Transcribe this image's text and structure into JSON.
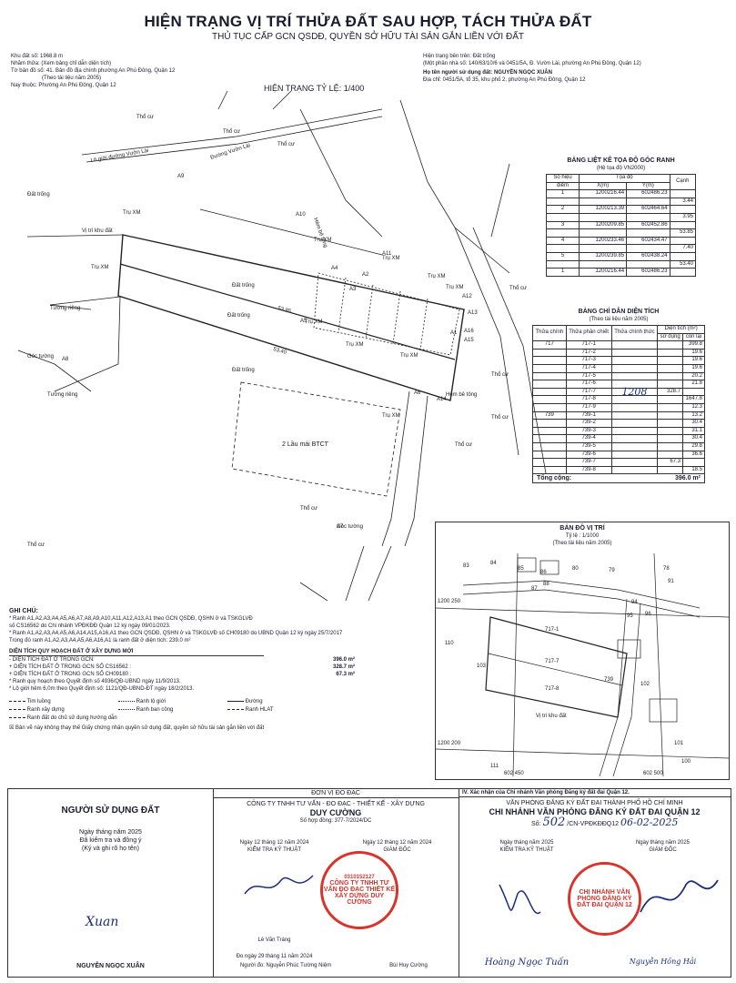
{
  "title": "HIỆN TRẠNG VỊ TRÍ THỬA ĐẤT SAU HỢP, TÁCH THỬA ĐẤT",
  "subtitle": "THỦ TỤC CẤP GCN QSDĐ, QUYỀN SỞ HỮU TÀI SẢN GẮN LIỀN VỚI ĐẤT",
  "info_left": [
    "Khu đất số: 1968.8 m",
    "Nhãm thửa: (Xem bảng chỉ dẫn diện tích)",
    "Tờ bản đồ số: 41. Bản đồ địa chính phường An Phú Đông, Quận 12",
    "(Theo tài liệu năm 2005)",
    "Nay thuộc: Phường An Phú Đông, Quận 12"
  ],
  "info_right": [
    "Hiện trạng bên trên: Đất trống",
    "(Một phần nhà số: 140/63/10/6 và 0451/5A, Đ. Vườn Lài, phường An Phú Đông, Quận 12)",
    "Họ tên người sử dụng đất: NGUYỄN NGỌC XUÂN",
    "Địa chỉ: 0451/5A, tổ 35, khu phố 2, phường An Phú Đông, Quận 12"
  ],
  "scale_label": "HIỆN TRẠNG TỶ LỆ: 1/400",
  "coord_table": {
    "title": "BẢNG LIỆT KÊ TỌA ĐỘ GÓC RANH",
    "subtitle": "(Hệ tọa độ VN2000)",
    "headers": [
      "Số hiệu",
      "Tọa độ",
      "Cạnh"
    ],
    "subheaders": [
      "điểm",
      "X(m)",
      "Y(m)"
    ],
    "rows": [
      [
        "1",
        "1200216.44",
        "602486.23",
        ""
      ],
      [
        "",
        "",
        "",
        "3.44"
      ],
      [
        "2",
        "1200213.39",
        "602464.64",
        ""
      ],
      [
        "",
        "",
        "",
        "3.95"
      ],
      [
        "3",
        "1200209.85",
        "602452.86",
        ""
      ],
      [
        "",
        "",
        "",
        "53.85"
      ],
      [
        "4",
        "1200233.46",
        "602434.47",
        ""
      ],
      [
        "",
        "",
        "",
        "7.40"
      ],
      [
        "5",
        "1200239.85",
        "602438.24",
        ""
      ],
      [
        "",
        "",
        "",
        "53.40"
      ],
      [
        "1",
        "1200216.44",
        "602486.23",
        ""
      ]
    ]
  },
  "area_table": {
    "title": "BẢNG CHỈ DẪN DIỆN TÍCH",
    "subtitle": "(Theo tài liệu năm 2005)",
    "headers": [
      "Thửa chính",
      "Thửa phân chiết",
      "Thửa chính thức",
      "Diện tích (m²)"
    ],
    "subheaders": [
      "sử dụng",
      "còn lại"
    ],
    "rows": [
      [
        "717",
        "717-1",
        "",
        "",
        "399.8"
      ],
      [
        "",
        "717-2",
        "",
        "",
        "19.6"
      ],
      [
        "",
        "717-3",
        "",
        "",
        "19.6"
      ],
      [
        "",
        "717-4",
        "",
        "",
        "19.6"
      ],
      [
        "",
        "717-5",
        "",
        "",
        "20.2"
      ],
      [
        "",
        "717-6",
        "",
        "",
        "21.8"
      ],
      [
        "",
        "717-7",
        "1208",
        "328.7",
        ""
      ],
      [
        "",
        "717-8",
        "",
        "",
        "1647.8"
      ],
      [
        "",
        "717-9",
        "",
        "",
        "12.3"
      ],
      [
        "739",
        "739-1",
        "",
        "",
        "13.2"
      ],
      [
        "",
        "739-2",
        "",
        "",
        "30.4"
      ],
      [
        "",
        "739-3",
        "",
        "",
        "31.1"
      ],
      [
        "",
        "739-4",
        "",
        "",
        "30.4"
      ],
      [
        "",
        "739-5",
        "",
        "",
        "29.8"
      ],
      [
        "",
        "739-6",
        "",
        "",
        "36.6"
      ],
      [
        "",
        "739-7",
        "",
        "67.3",
        ""
      ],
      [
        "",
        "739-8",
        "",
        "",
        "18.5"
      ]
    ],
    "total_label": "Tổng cộng:",
    "total_value": "396.0 m²"
  },
  "location_map": {
    "title": "BẢN ĐỒ VỊ TRÍ",
    "scale": "Tỷ lệ : 1/1000",
    "source": "(Theo tài liệu năm 2005)",
    "grid": [
      "1200 250",
      "1200 200",
      "602 450",
      "602 500"
    ],
    "parcels": [
      "83",
      "84",
      "85",
      "86",
      "88",
      "87",
      "80",
      "79",
      "78",
      "91",
      "94",
      "95",
      "96",
      "110",
      "103",
      "717-1",
      "717-7",
      "717-8",
      "739",
      "111",
      "102",
      "101",
      "100"
    ]
  },
  "map_labels": {
    "road1": "Lô giới đường Vườn Lài",
    "road2": "Đường Vườn Lài",
    "house": "2 Lầu mái BTCT",
    "empty": "Đất trống",
    "wall": "Tường riêng",
    "wall_corner": "Góc tường",
    "pillar": "Trụ XM",
    "vtkx": "Vị trí khu đất",
    "residential": "Thổ cư",
    "alley": "Hẻm bê tông",
    "alley2": "Hẻm bê tông",
    "dist1": "53.85",
    "dist2": "53.40",
    "points": [
      "A1",
      "A2",
      "A3",
      "A4",
      "A5",
      "A6",
      "A7",
      "A8",
      "A9",
      "A10",
      "A11",
      "A12",
      "A13",
      "A14",
      "A15",
      "A16"
    ]
  },
  "notes": {
    "heading": "GHI CHÚ:",
    "lines": [
      "* Ranh A1,A2,A3,A4,A5,A6,A7,A8,A9,A10,A11,A12,A13,A1 theo GCN QSDĐ, QSHN ở và TSKGLVĐ",
      "số CS16562 do Chi nhánh VPĐKĐĐ Quận 12 ký ngày 09/01/2023.",
      "* Ranh A1,A2,A3,A4,A5,A6,A14,A15,A16,A1 theo GCN QSDĐ, QSHN ở và TSKGLVĐ số CH09180 do UBND Quận 12 ký ngày 25/7/2017",
      "Trong đó ranh A1,A2,A3,A4,A5,A6,A16,A1 là ranh đất ở diện tích: 239.0 m²"
    ],
    "plan_heading": "DIỆN TÍCH QUY HOẠCH ĐẤT Ở XÂY DỰNG MỚI",
    "plan_rows": [
      [
        "- DIỆN TÍCH ĐẤT Ở TRONG GCN:",
        "396.0 m²"
      ],
      [
        "+ DIỆN TÍCH ĐẤT Ở TRONG GCN SỐ CS16562 :",
        "328.7 m²"
      ],
      [
        "+ DIỆN TÍCH ĐẤT Ở TRONG GCN SỐ CH09180 :",
        "67.3 m²"
      ]
    ],
    "extra": [
      "* Ranh quy hoạch theo Quyết định số 4936/QĐ-UBND ngày 11/9/2013.",
      "* Lộ giới hẻm 6,0m theo Quyết định số: 1121/QĐ-UBND-ĐT ngày 18/2/2013."
    ],
    "legend": [
      [
        "Tim luồng",
        "Ranh lộ giới",
        "Đường"
      ],
      [
        "Ranh xây dựng",
        "Ranh ban công",
        "Ranh HLAT"
      ],
      [
        "Ranh đất do chủ sử dụng hướng dẫn",
        "",
        ""
      ]
    ],
    "replace_note": "Bản vẽ này không thay thế Giấy chứng nhận quyền sử dụng đất, quyền sở hữu tài sản gắn liền với đất"
  },
  "footer": {
    "col1_title": "NGƯỜI SỬ DỤNG ĐẤT",
    "col1_date": "Ngày    tháng    năm 2025",
    "col1_note1": "Đã kiểm tra và đồng ý",
    "col1_note2": "(Ký và ghi rõ họ tên)",
    "col1_name": "NGUYỄN NGỌC XUÂN",
    "col1_sign": "Xuan",
    "col2_head": "ĐƠN VỊ ĐO ĐẠC",
    "col2_company": "CÔNG TY TNHH TƯ VẤN - ĐO ĐẠC - THIẾT KẾ - XÂY DỰNG",
    "col2_company2": "DUY CƯỜNG",
    "col2_contract": "Số hợp đồng: 377-7/2024/DC",
    "col2_date_a": "Ngày 12 tháng 12 năm 2024",
    "col2_date_b": "Ngày 12 tháng 12 năm 2024",
    "col2_role_a": "KIỂM TRA KỸ THUẬT",
    "col2_role_b": "GIÁM ĐỐC",
    "col2_checker": "Lê Văn Tráng",
    "col2_measure_date": "Đo ngày 29 tháng 11 năm 2024",
    "col2_drawer": "Người đo: Nguyễn Phúc Tường Niệm",
    "col2_director": "Bùi Huy Cường",
    "col2_stamp": "CÔNG TY TNHH TƯ VẤN ĐO ĐẠC THIẾT KẾ XÂY DỰNG DUY CƯỜNG",
    "col2_stamp_id": "0310152127",
    "col3_head": "IV. Xác nhận của Chi nhánh Văn phòng Đăng ký đất đai Quận 12.",
    "col3_office1": "VĂN PHÒNG ĐĂNG KÝ ĐẤT ĐAI THÀNH PHỐ HỒ CHÍ MINH",
    "col3_office2": "CHI NHÁNH VĂN PHÒNG ĐĂNG KÝ ĐẤT ĐAI QUẬN 12",
    "col3_number_label": "Số:",
    "col3_number": "502",
    "col3_code": "/CN-VPĐKĐĐQ12",
    "col3_stamped_date": "06-02-2025",
    "col3_date_a": "Ngày    tháng    năm 2025",
    "col3_date_b": "Ngày    tháng    năm 2025",
    "col3_role_a": "KIỂM TRA KỸ THUẬT",
    "col3_role_b": "GIÁM ĐỐC",
    "col3_signer": "Hoàng Ngọc Tuấn",
    "col3_signer2": "Nguyễn Hồng Hải",
    "col3_stamp": "CHI NHÁNH VĂN PHÒNG ĐĂNG KÝ ĐẤT ĐAI QUẬN 12"
  },
  "colors": {
    "ink": "#1b1b2e",
    "stamp": "#d8342c",
    "pen": "#1c2e80"
  }
}
